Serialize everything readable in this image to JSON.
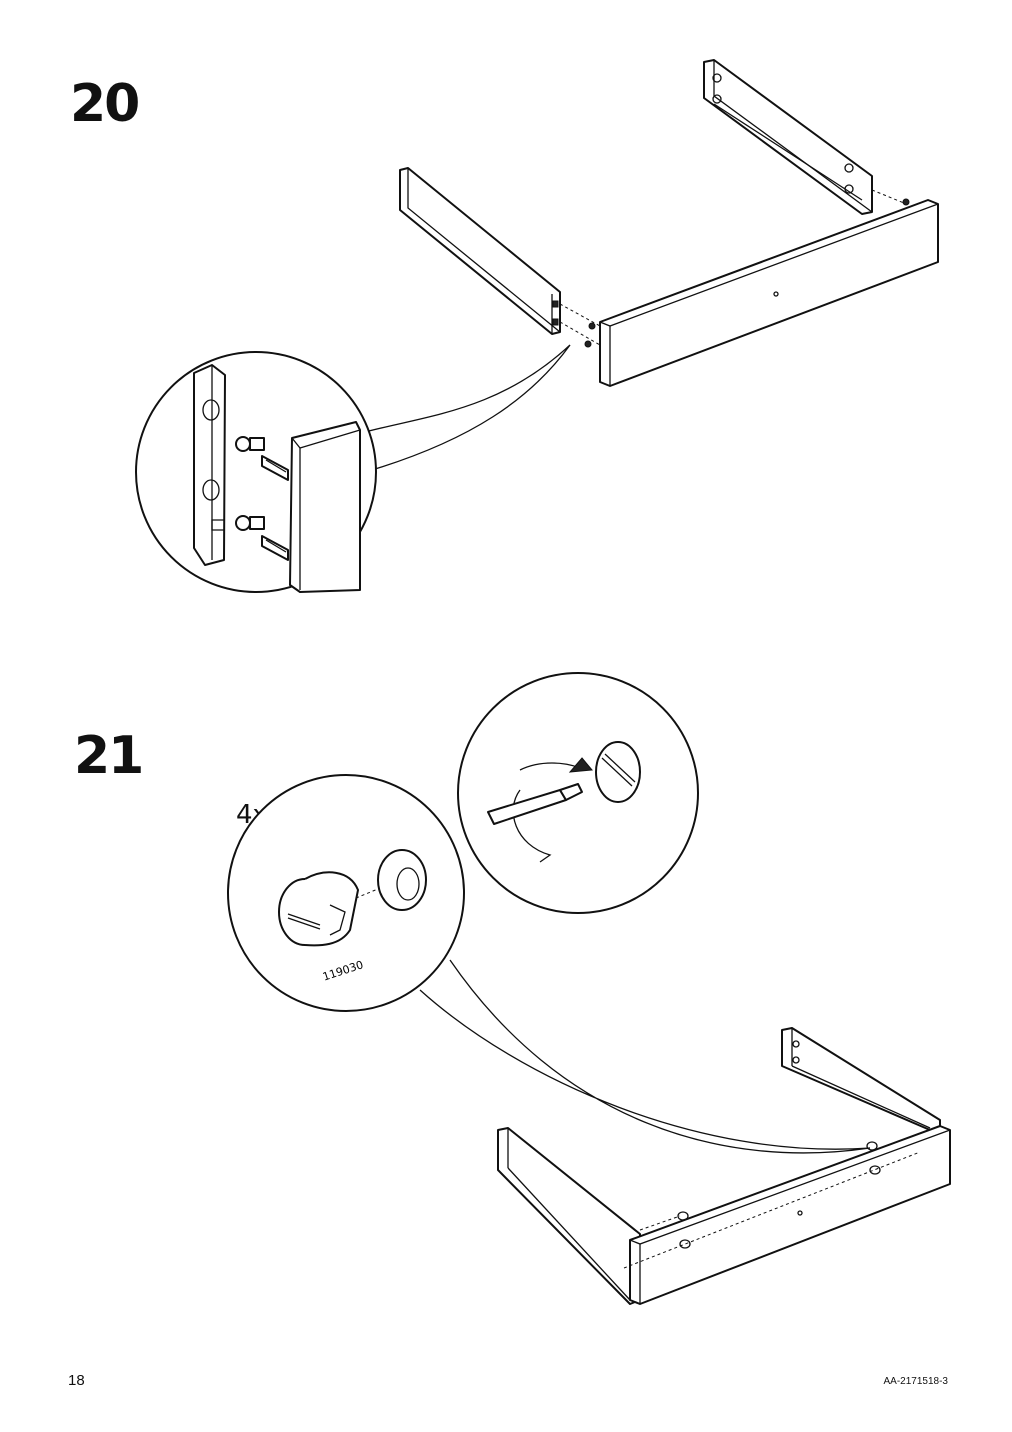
{
  "steps": [
    {
      "number": "20"
    },
    {
      "number": "21",
      "quantity": "4x",
      "part_number": "119030"
    }
  ],
  "footer": {
    "page_number": "18",
    "document_code": "AA-2171518-3"
  }
}
